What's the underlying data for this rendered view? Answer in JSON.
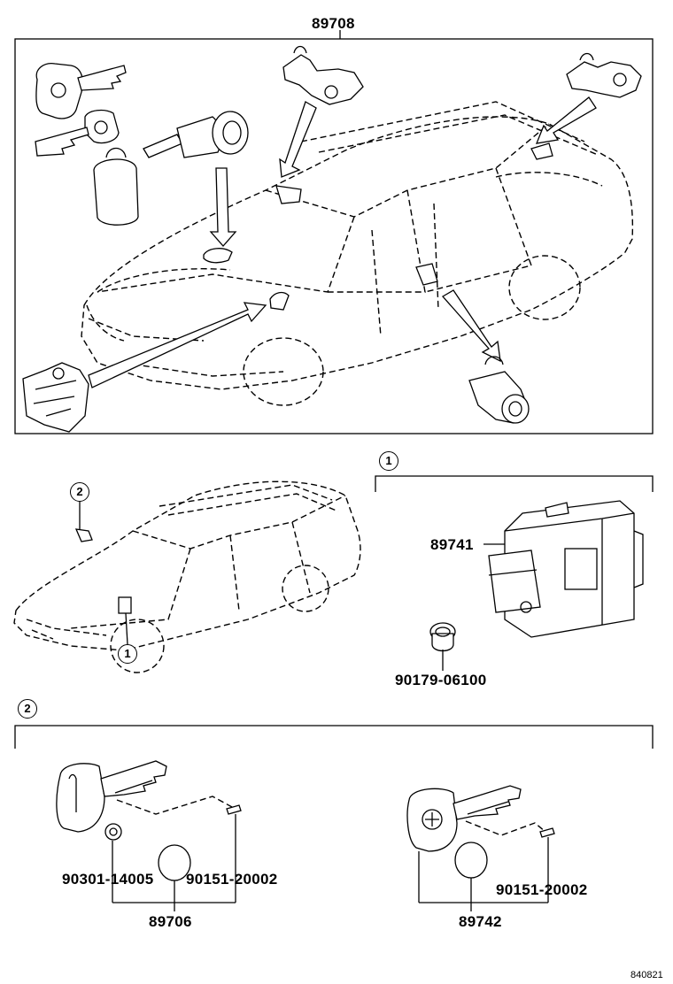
{
  "labels": {
    "top_assembly": "89708",
    "ecu": "89741",
    "clip": "90179-06100",
    "key1_washer": "90301-14005",
    "key1_screw": "90151-20002",
    "key1_assembly": "89706",
    "key2_screw": "90151-20002",
    "key2_assembly": "89742"
  },
  "callouts": {
    "one": "1",
    "two": "2"
  },
  "footer": {
    "ref_code": "840821"
  }
}
